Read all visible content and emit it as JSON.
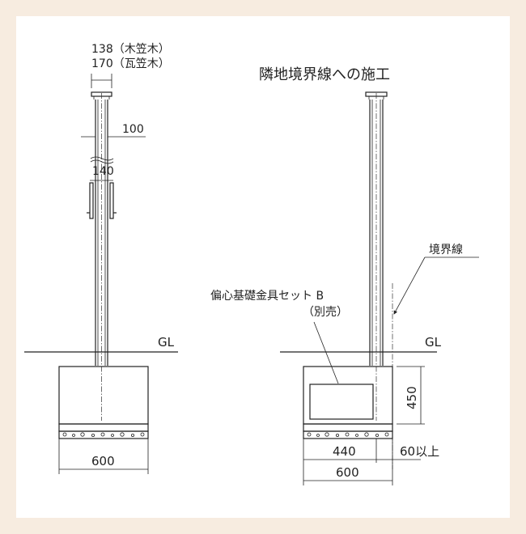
{
  "left": {
    "dim_cap_wood": "138（木笠木）",
    "dim_cap_tile": "170（瓦笠木）",
    "dim_post": "100",
    "dim_bracket": "140",
    "gl_label": "GL",
    "dim_base_width": "600"
  },
  "right": {
    "title": "隣地境界線への施工",
    "boundary_label": "境界線",
    "bracket_label": "偏心基礎金具セット B",
    "bracket_note": "（別売）",
    "gl_label": "GL",
    "dim_height": "450",
    "dim_inner": "440",
    "dim_offset": "60以上",
    "dim_base_width": "600"
  }
}
